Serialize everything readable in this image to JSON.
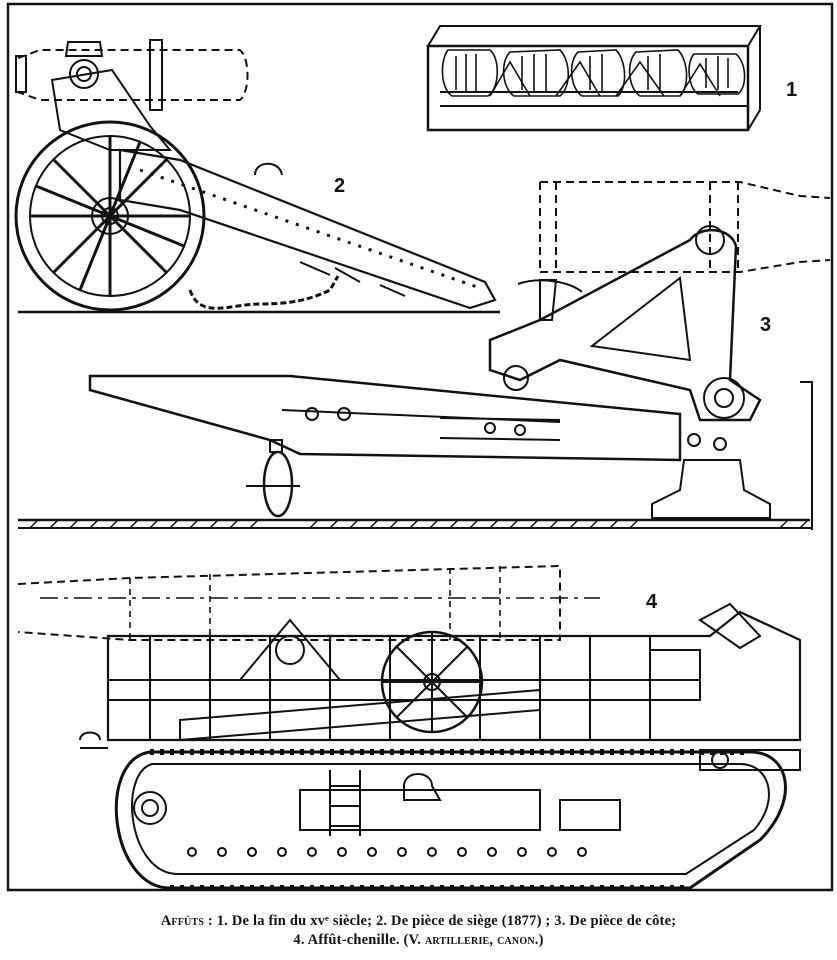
{
  "figure_labels": [
    "1",
    "2",
    "3",
    "4"
  ],
  "caption": {
    "lead": "Affûts",
    "line1": " : 1. De la fin du xvᵉ siècle; 2. De pièce de siège (1877) ; 3. De pièce de côte;",
    "line2_main": "4. Affût-chenille. (V. ",
    "line2_refs": "artillerie, canon",
    "line2_end": ".)"
  },
  "colors": {
    "ink": "#111111",
    "paper": "#ffffff"
  }
}
